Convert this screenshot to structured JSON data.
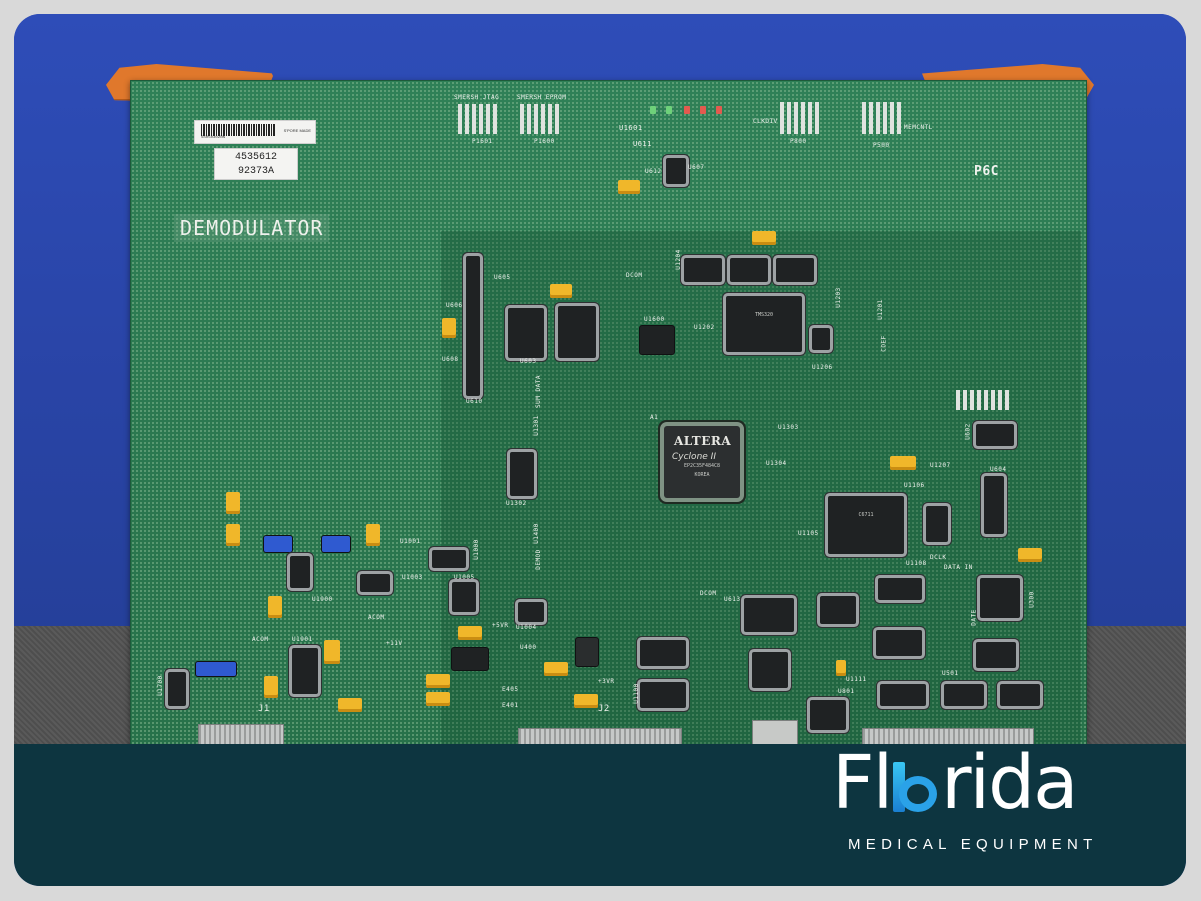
{
  "photo": {
    "board_title": "DEMODULATOR",
    "barcode_text": "SS050302NN",
    "barcode_origin": "S'PORE MADE",
    "part_label": {
      "line1": "4535612",
      "line2": "92373A"
    },
    "revision_mark": "P6C",
    "silkscreen": {
      "smersh_jtag": "SMERSH JTAG",
      "smersh_eprom": "SMERSH EPROM",
      "clkdiv": "CLKDIV",
      "memcntl": "MEMCNTL",
      "p1601": "P1601",
      "p1600": "P1600",
      "p800": "P800",
      "p500": "P500",
      "u1601": "U1601",
      "u611": "U611",
      "u612": "U612",
      "u607": "U607",
      "u605": "U605",
      "u606": "U606",
      "u608": "U608",
      "u610": "U610",
      "u603": "U603",
      "u1600": "U1600",
      "u1204": "U1204",
      "u1202": "U1202",
      "u1206": "U1206",
      "u1203": "U1203",
      "u1201": "U1201",
      "dcom_1": "DCOM",
      "coef": "COEF",
      "sum_data": "SUM DATA",
      "u1301": "U1301",
      "u1302": "U1302",
      "u1303": "U1303",
      "u1304": "U1304",
      "u1400": "U1400",
      "demod": "DEMOD",
      "u602": "U602",
      "u1207": "U1207",
      "u1106": "U1106",
      "u1105": "U1105",
      "u604": "U604",
      "u1108": "U1108",
      "dclk": "DCLK",
      "data_in": "DATA IN",
      "u1001": "U1001",
      "u1000": "U1000",
      "u1003": "U1003",
      "u1005": "U1005",
      "u1900": "U1900",
      "u1901": "U1901",
      "acom_1": "ACOM",
      "acom_2": "ACOM",
      "plus11v": "+11V",
      "plus5vr": "+5VR",
      "plus3vr": "+3VR",
      "u1004": "U1004",
      "u1400b": "U400",
      "u613": "U613",
      "dcom_2": "DCOM",
      "e405": "E405",
      "e401": "E401",
      "u1700": "U1700",
      "j1": "J1",
      "j2": "J2",
      "u1100": "U1100",
      "u801": "U801",
      "u1111": "U1111",
      "u300": "U300",
      "u501": "U501",
      "date": "DATE"
    },
    "fpga": {
      "brand": "ALTERA",
      "family": "Cyclone II",
      "line1": "EP2C35F484C8",
      "line2": "KOREA"
    },
    "lsi_chip": {
      "line1": "TMS320",
      "line2": "C6711"
    },
    "fpga_corner": "A1"
  },
  "brand": {
    "name_left": "Fl",
    "name_right": "rida",
    "tagline": "MEDICAL EQUIPMENT"
  },
  "colors": {
    "backdrop": "#2a45a8",
    "pcb_green": "#2b7a52",
    "lever_orange": "#e0782c",
    "capacitor_yellow": "#f0b72a",
    "banner_teal": "#0d3540",
    "logo_accent": "#2aa2e8"
  }
}
